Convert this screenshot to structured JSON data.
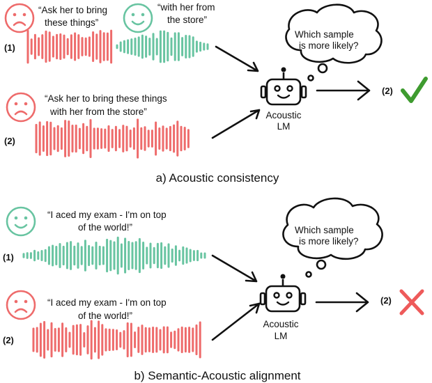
{
  "panel_a": {
    "clip1_quote_l1": "“Ask her to bring",
    "clip1_quote_l2": "these things”",
    "clip1_quote2_l1": "“with her from",
    "clip1_quote2_l2": "the store”",
    "clip1_marker": "(1)",
    "clip2_quote_l1": "“Ask her to bring these things",
    "clip2_quote_l2": "with her from the store”",
    "clip2_marker": "(2)",
    "bubble_l1": "Which sample",
    "bubble_l2": "is more likely?",
    "lm_l1": "Acoustic",
    "lm_l2": "LM",
    "result_marker": "(2)",
    "result_icon": "checkmark-icon",
    "caption": "a) Acoustic consistency"
  },
  "panel_b": {
    "clip1_quote": "“I aced my exam - I'm on top",
    "clip1_quote_l2": "of the world!”",
    "clip1_marker": "(1)",
    "clip2_quote": "“I aced my exam - I'm on top",
    "clip2_quote_l2": "of the world!”",
    "clip2_marker": "(2)",
    "bubble_l1": "Which sample",
    "bubble_l2": "is more likely?",
    "lm_l1": "Acoustic",
    "lm_l2": "LM",
    "result_marker": "(2)",
    "result_icon": "cross-icon",
    "caption": "b) Semantic-Acoustic alignment"
  },
  "colors": {
    "sad": "#EE6B6B",
    "happy": "#68C4A1",
    "check": "#3E9B2F",
    "cross": "#EE5A5A",
    "ink": "#111111"
  }
}
